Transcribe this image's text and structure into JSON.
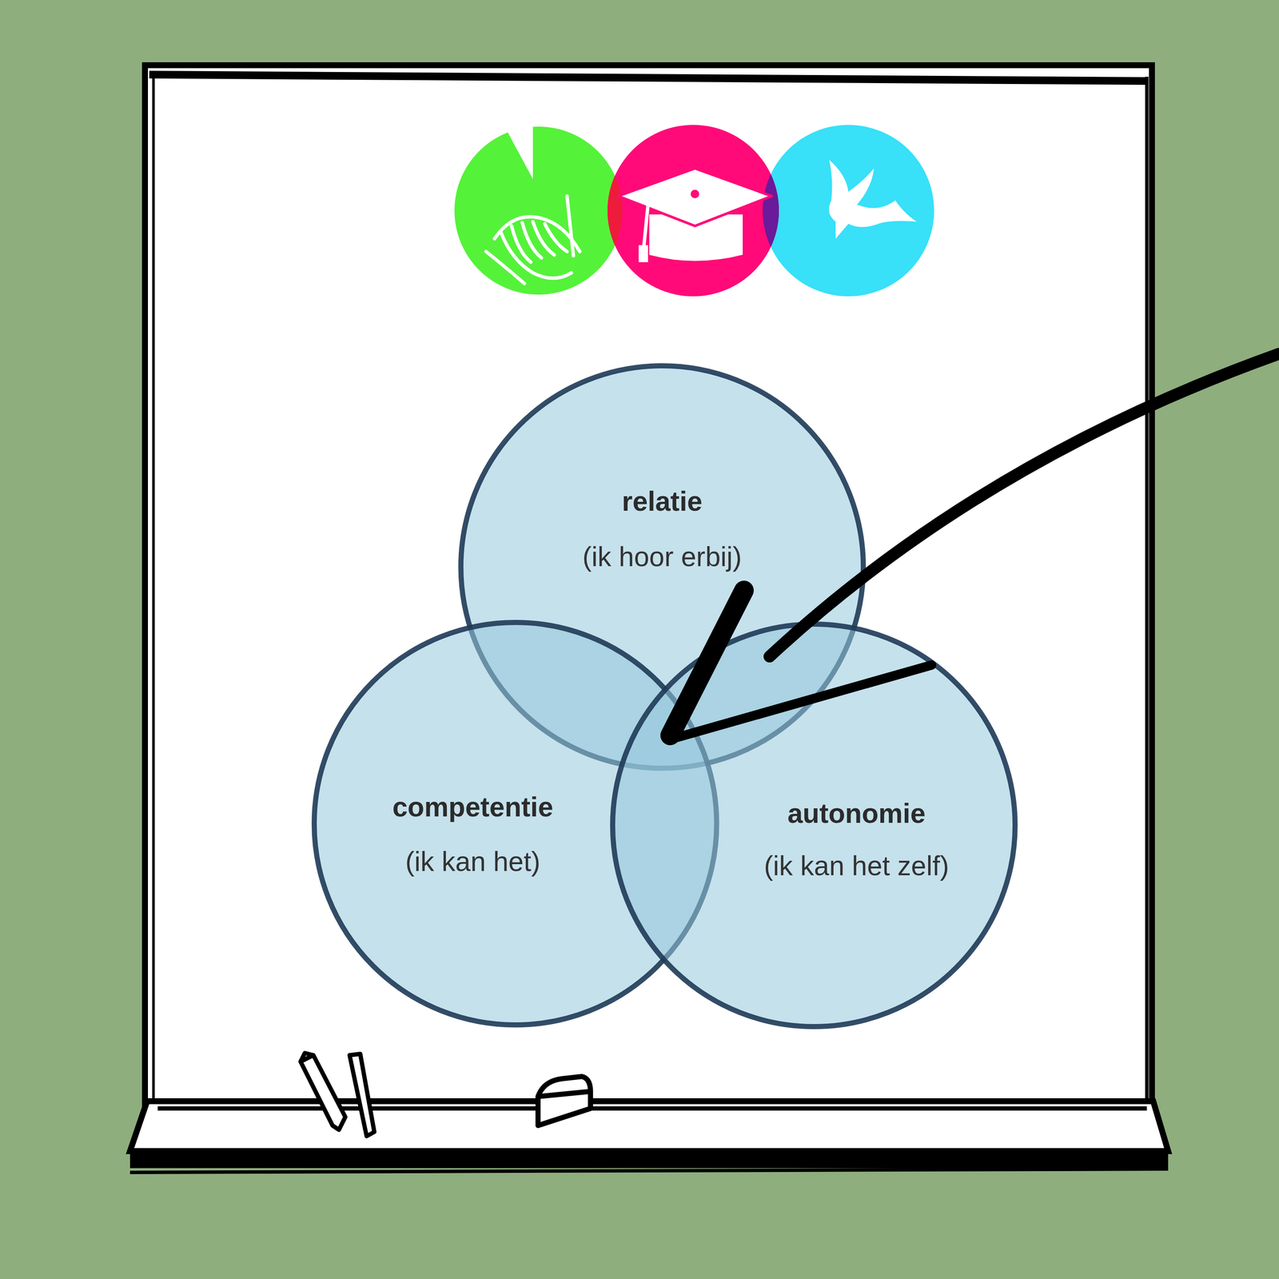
{
  "diagram": {
    "nodes": [
      {
        "text": [
          "relatie",
          "(ik hoor erbij)"
        ]
      },
      {
        "text": [
          "competentie",
          "(ik kan het)"
        ]
      },
      {
        "text": [
          "autonomie",
          "(ik kan het zelf)"
        ]
      }
    ]
  }
}
